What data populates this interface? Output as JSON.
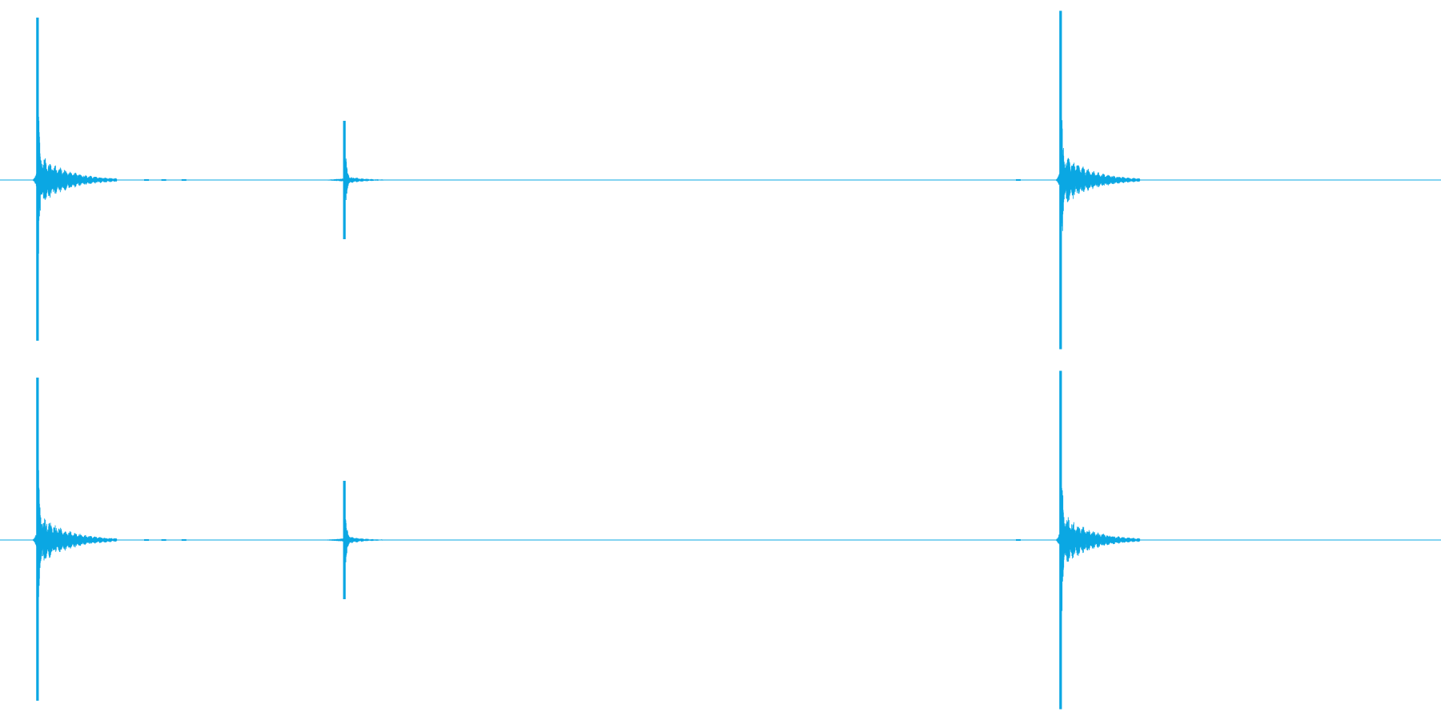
{
  "colors": {
    "background": "#ffffff",
    "waveform": "#0aa7e3"
  },
  "chart_data": {
    "type": "line",
    "title": "",
    "xlabel": "",
    "ylabel": "",
    "grid": false,
    "legend": "none",
    "x_range": [
      0,
      1
    ],
    "y_range": [
      -1,
      1
    ],
    "channels": 2,
    "series": [
      {
        "channel": 1,
        "events": [
          {
            "t": 0.026,
            "peak_up": 0.96,
            "peak_down": 0.95,
            "decay": 0.055,
            "ring": 0.18
          },
          {
            "t": 0.239,
            "peak_up": 0.35,
            "peak_down": 0.35,
            "decay": 0.035,
            "ring": 0.08,
            "pre": 0.025
          },
          {
            "t": 0.736,
            "peak_up": 1.0,
            "peak_down": 1.0,
            "decay": 0.055,
            "ring": 0.18
          }
        ]
      },
      {
        "channel": 2,
        "events": [
          {
            "t": 0.026,
            "peak_up": 0.96,
            "peak_down": 0.95,
            "decay": 0.055,
            "ring": 0.18
          },
          {
            "t": 0.239,
            "peak_up": 0.35,
            "peak_down": 0.35,
            "decay": 0.035,
            "ring": 0.08,
            "pre": 0.025
          },
          {
            "t": 0.736,
            "peak_up": 1.0,
            "peak_down": 1.0,
            "decay": 0.055,
            "ring": 0.18
          }
        ]
      }
    ]
  }
}
